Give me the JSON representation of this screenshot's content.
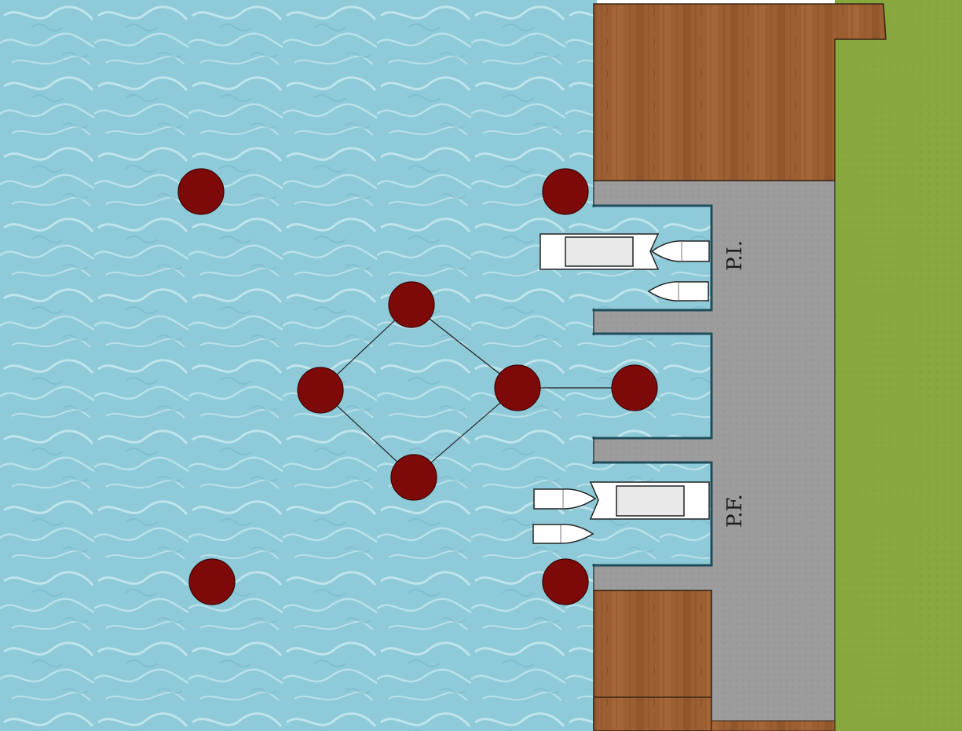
{
  "labels": {
    "initial_pier": "P.I.",
    "final_pier": "P.F."
  },
  "colors": {
    "water": "#8fcad8",
    "water_light": "#c9ecf3",
    "grass": "#86a83c",
    "wood": "#9c5f32",
    "wood_dark": "#7a4423",
    "concrete": "#9c9c9c",
    "buoy": "#7d0a08",
    "boat_hull": "#ffffff",
    "boat_cabin": "#e9e9e9"
  },
  "icons": {
    "buoy": "filled-circle",
    "boat": "boat-top-view",
    "vessel": "vessel-top-view"
  }
}
